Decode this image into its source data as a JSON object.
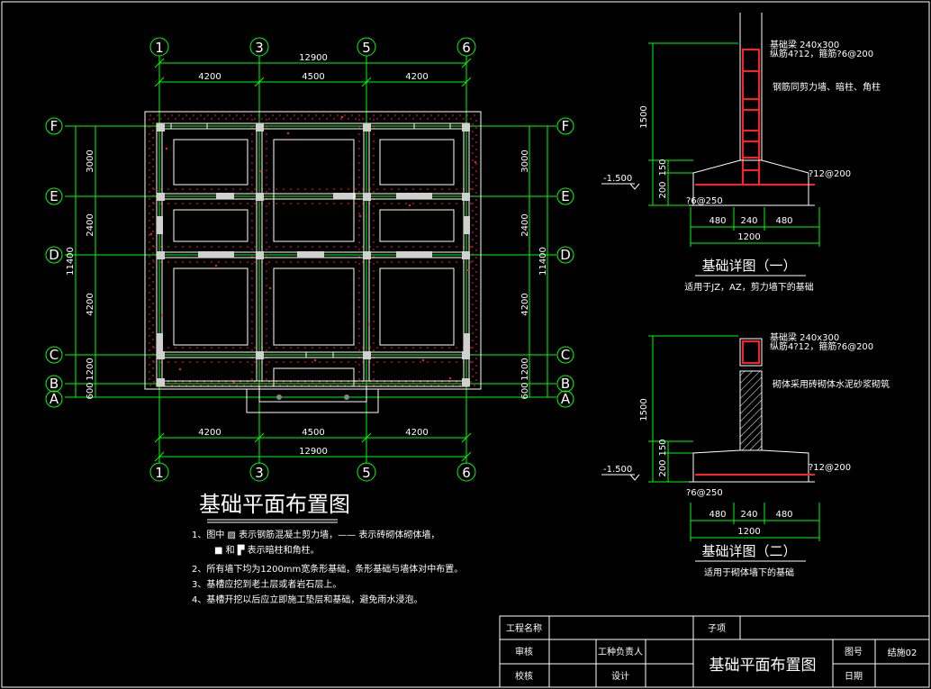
{
  "plan": {
    "axes_top": [
      "1",
      "3",
      "5",
      "6"
    ],
    "axes_rows": [
      "F",
      "E",
      "D",
      "C",
      "B",
      "A"
    ],
    "overall_width": "12900",
    "spans": [
      "4200",
      "4500",
      "4200"
    ],
    "overall_height": "11400",
    "row_spans": [
      "3000",
      "2400",
      "4200",
      "1200",
      "600"
    ],
    "title": "基础平面布置图",
    "notes": [
      "1、图中 ▨ 表示钢筋混凝土剪力墙，—— 表示砖砌体砌体墙，",
      "■ 和 ▛ 表示暗柱和角柱。",
      "2、所有墙下均为1200mm宽条形基础，条形基础与墙体对中布置。",
      "3、基槽应挖到老土层或者岩石层上。",
      "4、基槽开挖以后应立即施工垫层和基础，避免雨水浸泡。"
    ]
  },
  "detail1": {
    "title": "基础详图（一）",
    "subtitle": "适用于JZ，AZ，剪力墙下的基础",
    "note_top": "基础梁 240x300",
    "note_top2": "纵筋4?12，箍筋?6@200",
    "note_wall": "钢筋同剪力墙、暗柱、角柱",
    "note_right": "?12@200",
    "note_left": "?6@250",
    "height": "1500",
    "dims_small": [
      "200",
      "150"
    ],
    "level": "-1.500",
    "widths": [
      "480",
      "240",
      "480"
    ],
    "total": "1200"
  },
  "detail2": {
    "title": "基础详图（二）",
    "subtitle": "适用于砌体墙下的基础",
    "note_top": "基础梁 240x300",
    "note_top2": "纵筋4?12，箍筋?6@200",
    "note_wall": "砌体采用砖砌体水泥砂浆砌筑",
    "note_right": "?12@200",
    "note_left": "?6@250",
    "height": "1500",
    "dims_small": [
      "200",
      "150"
    ],
    "level": "-1.500",
    "widths": [
      "480",
      "240",
      "480"
    ],
    "total": "1200"
  },
  "titleblock": {
    "project_name_label": "工程名称",
    "item_label": "子项",
    "review_label": "审核",
    "lead_label": "工种负责人",
    "check_label": "校核",
    "design_label": "设计",
    "drawing_title": "基础平面布置图",
    "sheet_label": "图号",
    "sheet_value": "结施02",
    "date_label": "日期"
  }
}
